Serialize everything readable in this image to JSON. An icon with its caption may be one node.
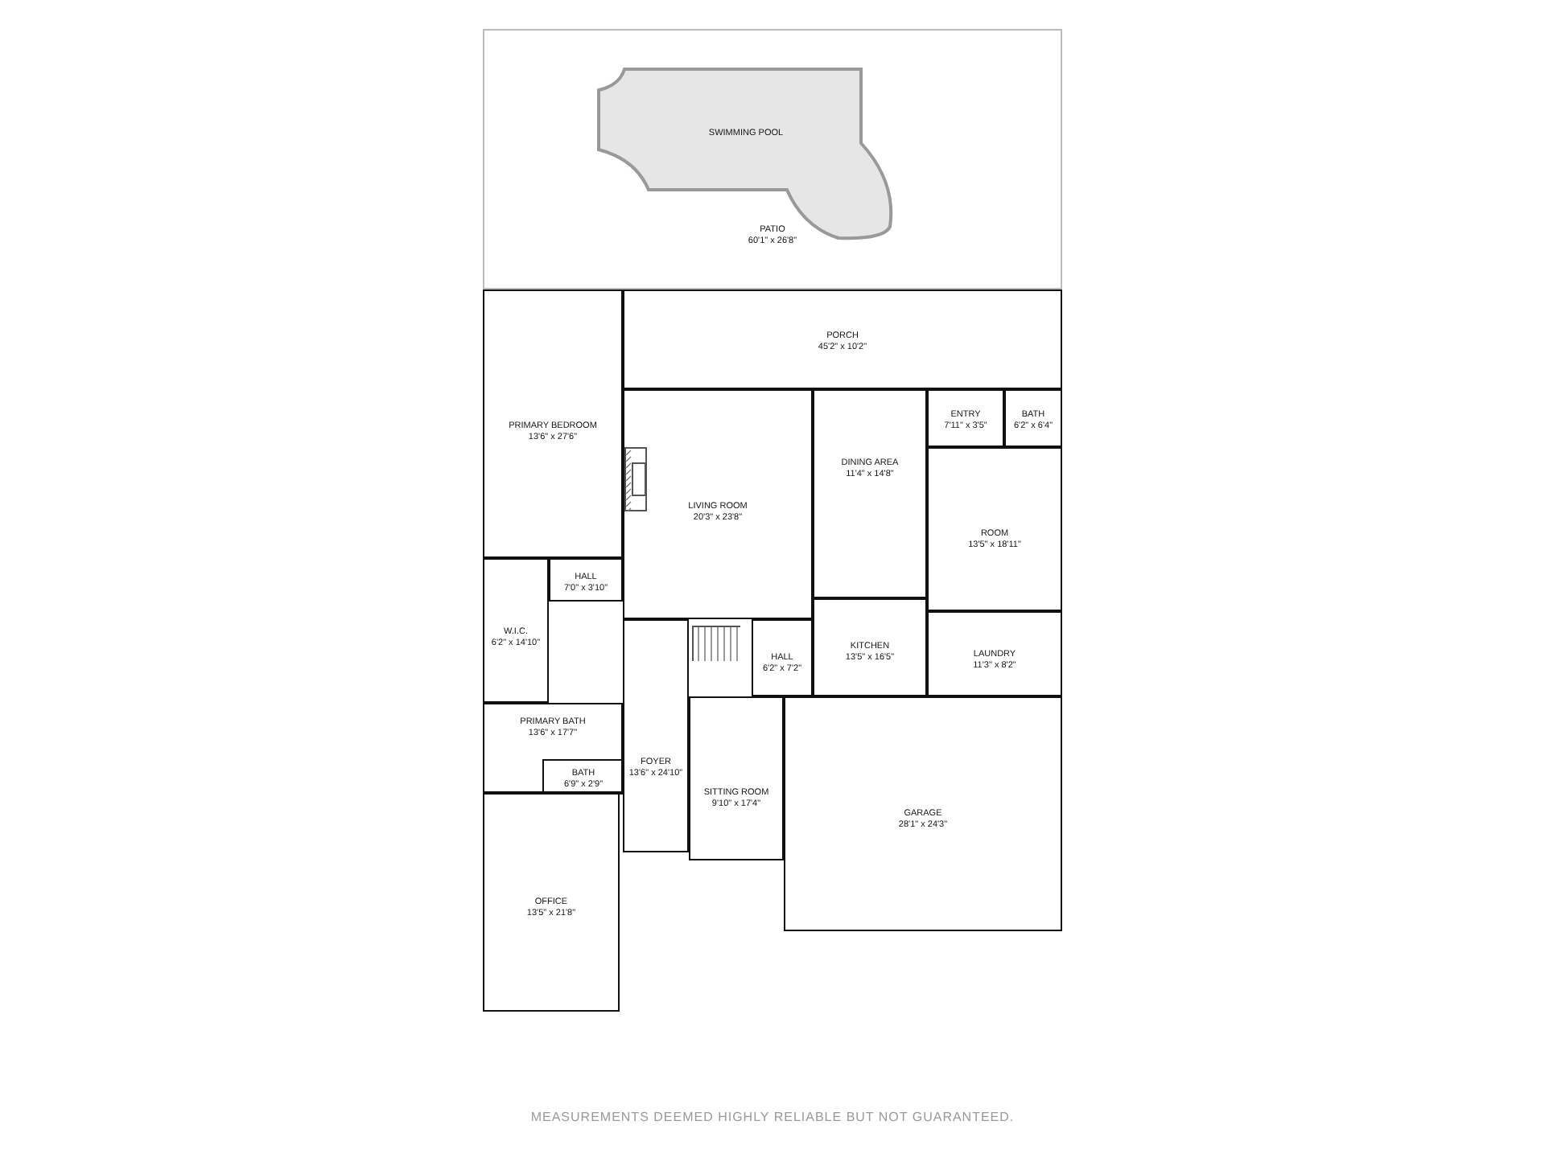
{
  "diagram": {
    "nodes": [
      {
        "text": [
          "PATIO",
          "60'1\" x 26'8\""
        ]
      },
      {
        "text": [
          "SWIMMING POOL"
        ],
        "in": 0
      },
      {
        "text": [
          "PORCH",
          "45'2\" x 10'2\""
        ]
      },
      {
        "text": [
          "PRIMARY BEDROOM",
          "13'6\" x 27'6\""
        ]
      },
      {
        "text": [
          "LIVING ROOM",
          "20'3\" x 23'8\""
        ]
      },
      {
        "text": [
          "DINING AREA",
          "11'4\" x 14'8\""
        ]
      },
      {
        "text": [
          "ENTRY",
          "7'11\" x 3'5\""
        ]
      },
      {
        "text": [
          "BATH",
          "6'2\" x 6'4\""
        ]
      },
      {
        "text": [
          "ROOM",
          "13'5\" x 18'11\""
        ]
      },
      {
        "text": [
          "HALL",
          "7'0\" x 3'10\""
        ]
      },
      {
        "text": [
          "W.I.C.",
          "6'2\" x 14'10\""
        ]
      },
      {
        "text": [
          "KITCHEN",
          "13'5\" x 16'5\""
        ]
      },
      {
        "text": [
          "LAUNDRY",
          "11'3\" x 8'2\""
        ]
      },
      {
        "text": [
          "HALL",
          "6'2\" x 7'2\""
        ]
      },
      {
        "text": [
          "PRIMARY BATH",
          "13'6\" x 17'7\""
        ]
      },
      {
        "text": [
          "BATH",
          "6'9\" x 2'9\""
        ],
        "in": 14
      },
      {
        "text": [
          "FOYER",
          "13'6\" x 24'10\""
        ]
      },
      {
        "text": [
          "SITTING ROOM",
          "9'10\" x 17'4\""
        ]
      },
      {
        "text": [
          "GARAGE",
          "28'1\" x 24'3\""
        ]
      },
      {
        "text": [
          "OFFICE",
          "13'5\" x 21'8\""
        ]
      }
    ],
    "labels": [
      "MEASUREMENTS DEEMED HIGHLY RELIABLE BUT NOT GUARANTEED."
    ]
  }
}
